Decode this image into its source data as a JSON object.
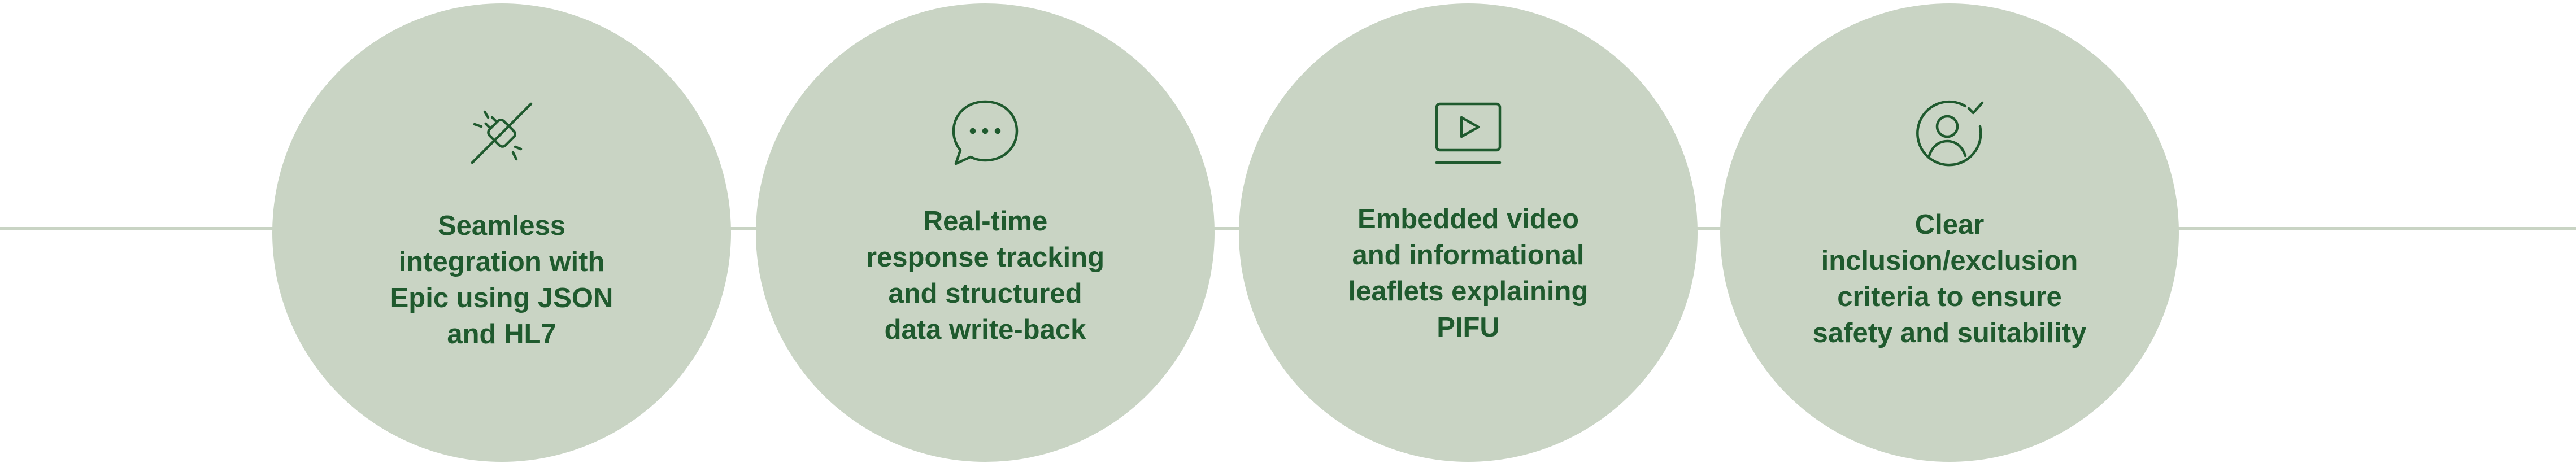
{
  "colors": {
    "circle_fill": "#c9d4c4",
    "line": "#c9d4c4",
    "text": "#1f5a2e",
    "icon_stroke": "#1f5a2e"
  },
  "features": [
    {
      "icon": "plug-disconnect-icon",
      "label": "Seamless\nintegration with\nEpic using JSON\nand HL7"
    },
    {
      "icon": "chat-bubble-icon",
      "label": "Real-time\nresponse tracking\nand structured\ndata write-back"
    },
    {
      "icon": "video-player-icon",
      "label": "Embedded video\nand informational\nleaflets explaining\nPIFU"
    },
    {
      "icon": "user-check-icon",
      "label": "Clear\ninclusion/exclusion\ncriteria to ensure\nsafety and suitability"
    }
  ]
}
